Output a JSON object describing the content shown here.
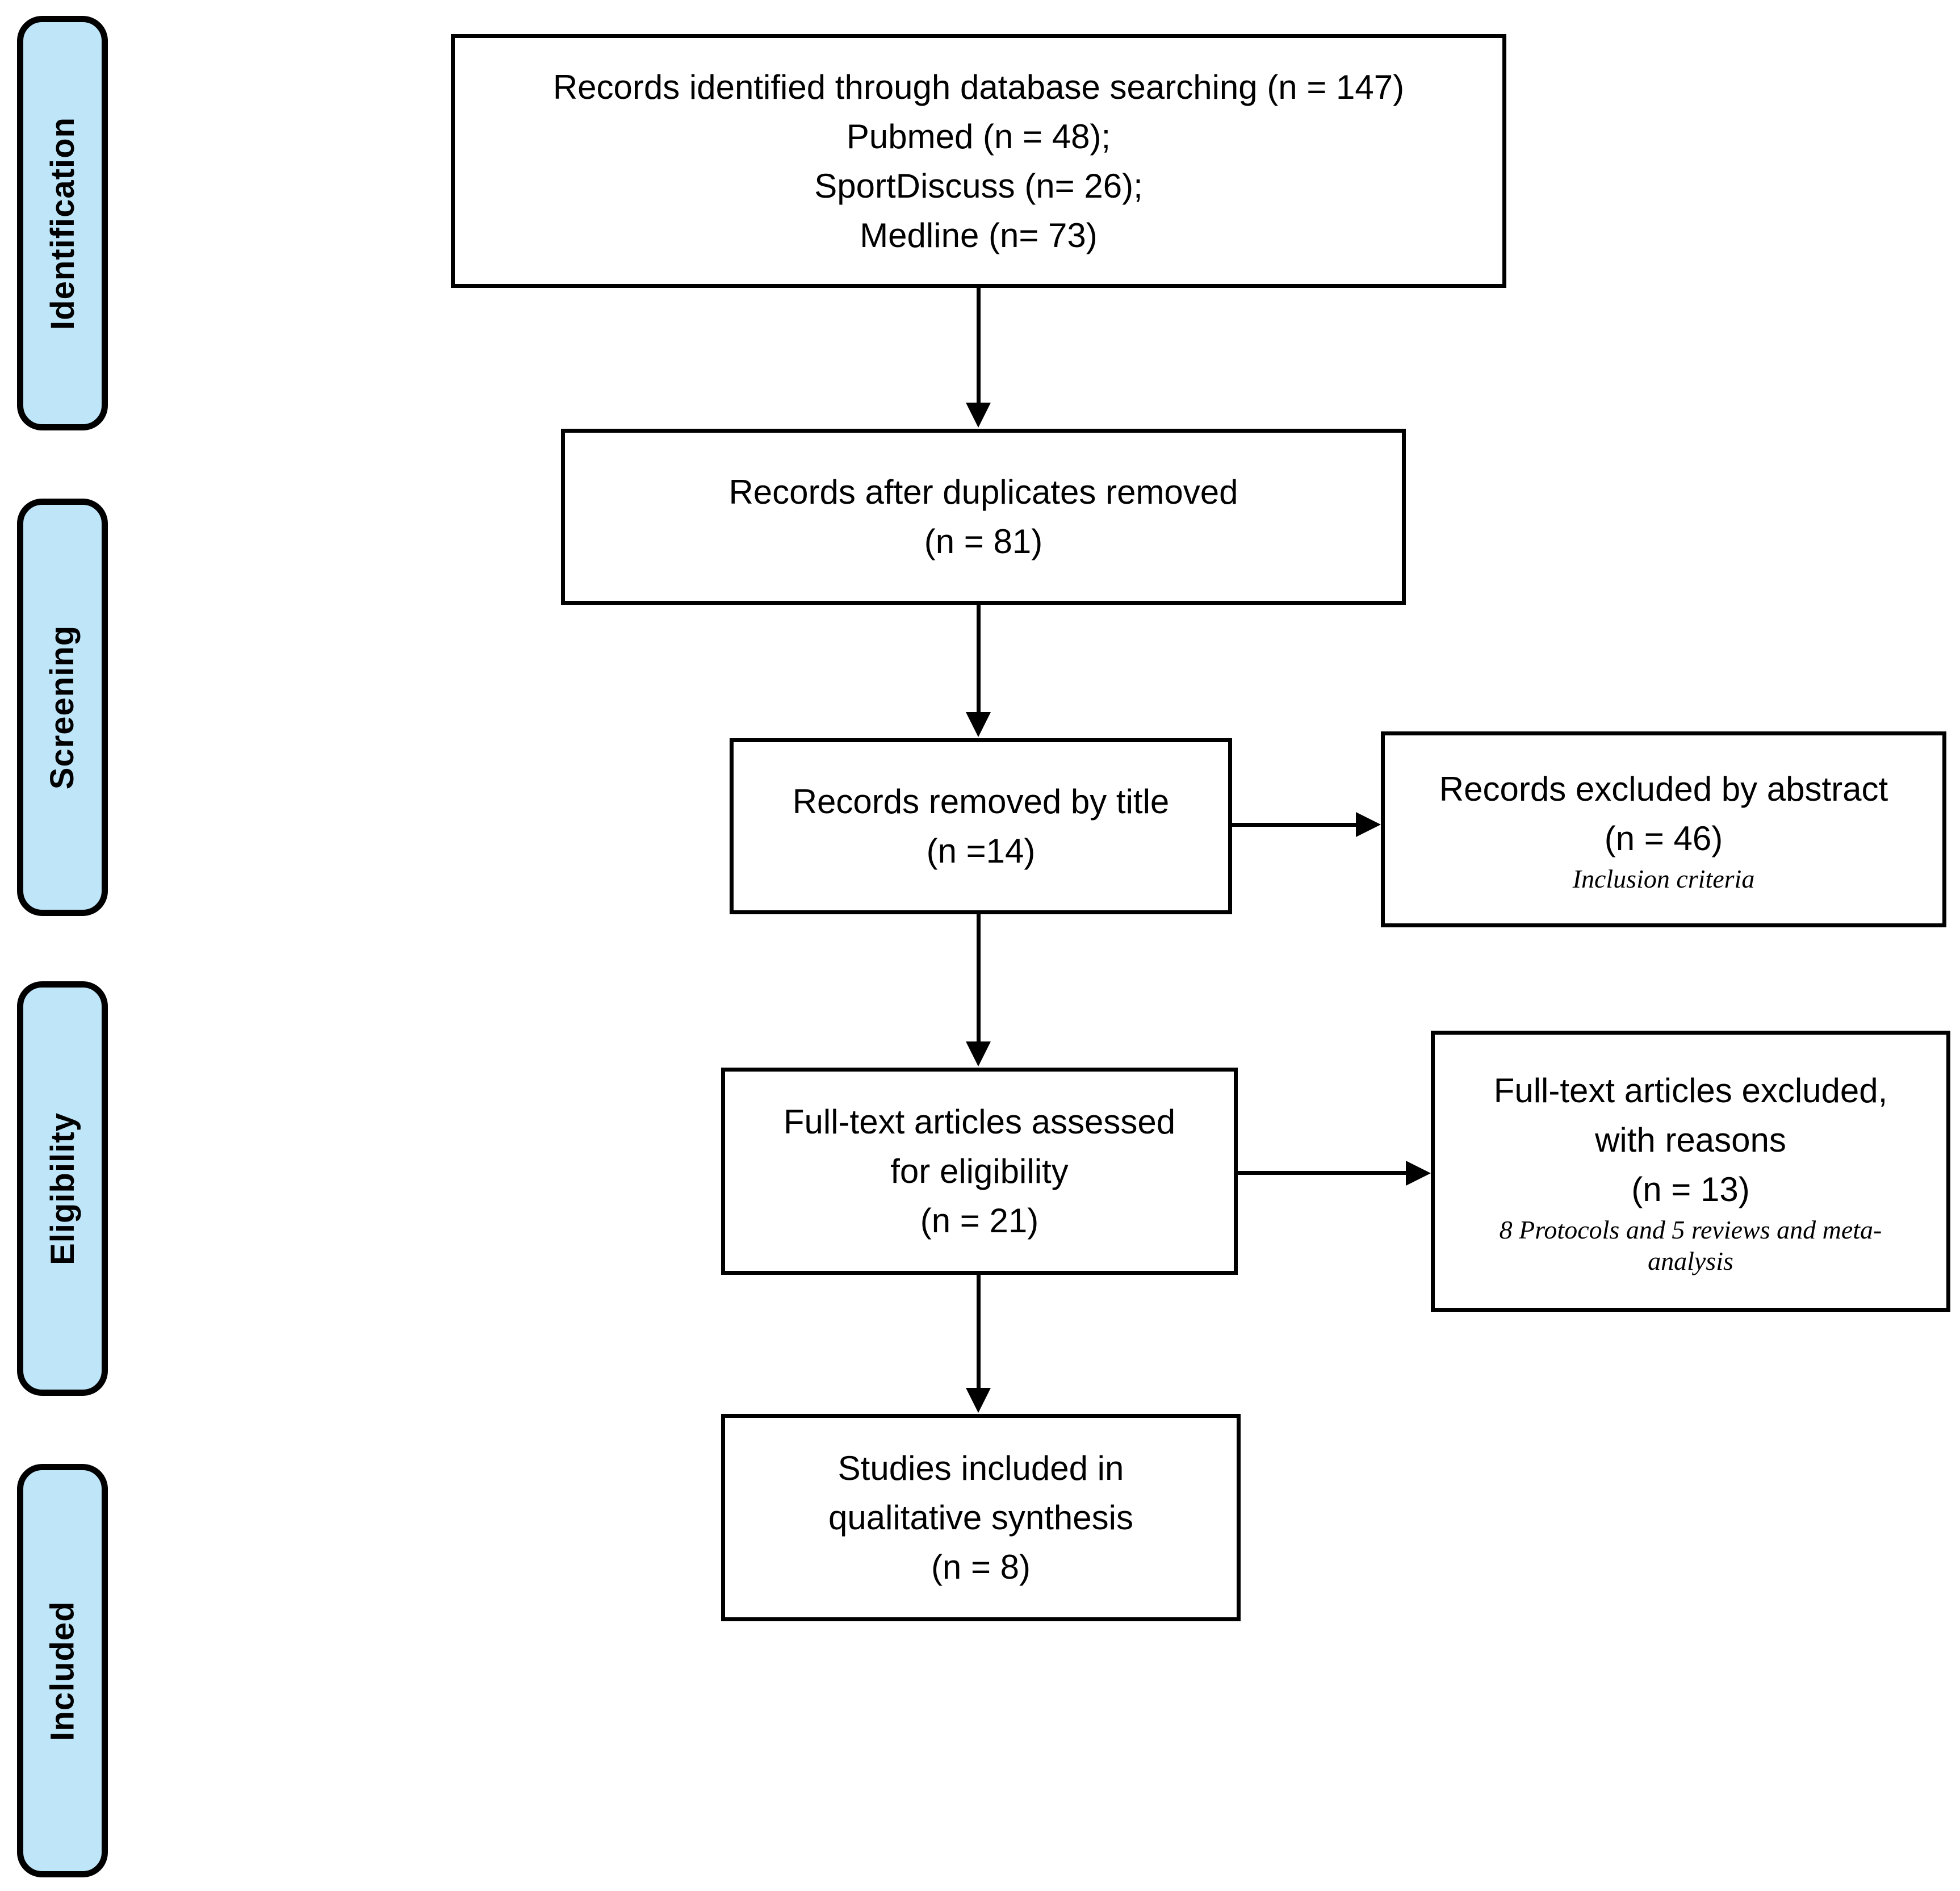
{
  "stages": [
    {
      "label": "Identification"
    },
    {
      "label": "Screening"
    },
    {
      "label": "Eligibility"
    },
    {
      "label": "Included"
    }
  ],
  "boxes": {
    "identification": {
      "lines": [
        "Records identified through database searching (n = 147)",
        "Pubmed (n = 48);",
        "SportDiscuss (n= 26);",
        "Medline (n= 73)"
      ]
    },
    "duplicates_removed": {
      "lines": [
        "Records after duplicates removed",
        "(n = 81)"
      ]
    },
    "removed_by_title": {
      "lines": [
        "Records removed by title",
        "(n =14)"
      ]
    },
    "excluded_by_abstract": {
      "lines": [
        "Records excluded by abstract",
        "(n = 46)"
      ],
      "note": "Inclusion criteria"
    },
    "fulltext_assessed": {
      "lines": [
        "Full-text articles assessed",
        "for eligibility",
        "(n = 21)"
      ]
    },
    "fulltext_excluded": {
      "lines": [
        "Full-text articles excluded,",
        "with reasons",
        "(n = 13)"
      ],
      "note": "8 Protocols and 5 reviews and meta-analysis"
    },
    "qualitative_synthesis": {
      "lines": [
        "Studies included in",
        "qualitative synthesis",
        "(n = 8)"
      ]
    }
  },
  "colors": {
    "stage_fill": "#bee5f8",
    "border": "#000000",
    "background": "#ffffff",
    "text": "#000000"
  }
}
